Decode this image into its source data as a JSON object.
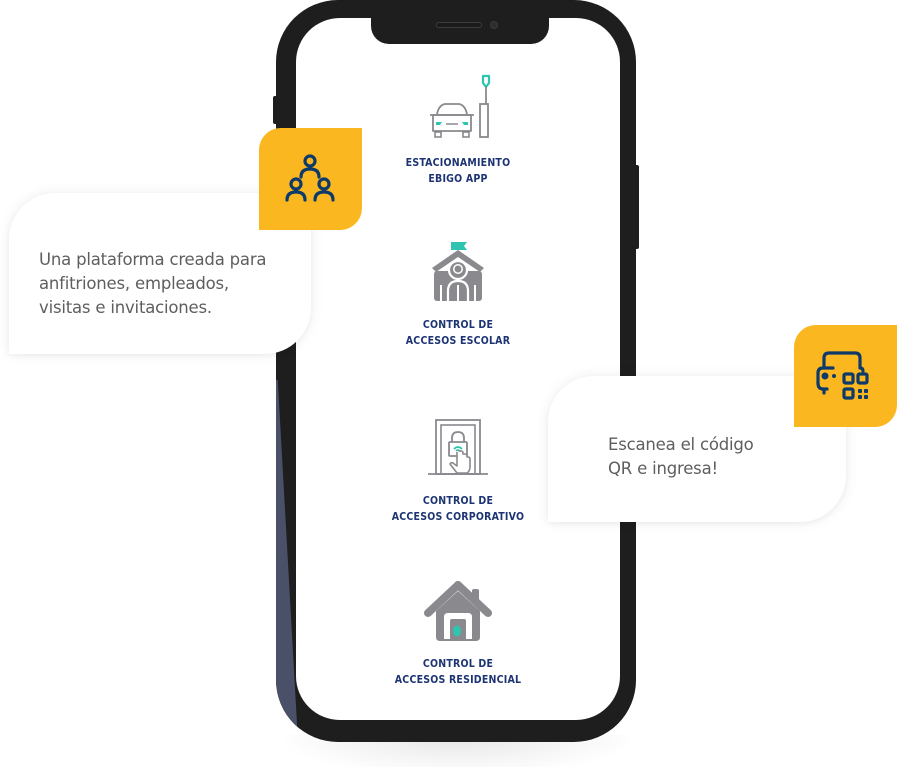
{
  "phone": {
    "menu_items": [
      {
        "icon": "parking-car-icon",
        "line1": "ESTACIONAMIENTO",
        "line2": "EBIGO APP"
      },
      {
        "icon": "school-access-icon",
        "line1": "CONTROL DE",
        "line2": "ACCESOS ESCOLAR"
      },
      {
        "icon": "corporate-access-icon",
        "line1": "CONTROL DE",
        "line2": "ACCESOS CORPORATIVO"
      },
      {
        "icon": "residential-house-icon",
        "line1": "CONTROL DE",
        "line2": "ACCESOS RESIDENCIAL"
      }
    ]
  },
  "cards": {
    "left": {
      "icon": "people-group-icon",
      "line1": "Una plataforma creada para",
      "line2": "anfitriones, empleados,",
      "line3": "visitas e invitaciones."
    },
    "right": {
      "icon": "car-qr-code-icon",
      "line1": "Escanea el código",
      "line2": "QR e ingresa!"
    }
  },
  "colors": {
    "accent_yellow": "#fbb71f",
    "label_navy": "#1d3474",
    "icon_navy": "#0e3a6a",
    "icon_grey": "#8a898d",
    "icon_teal": "#2ec4b0",
    "phone_frame": "#1e1e1e",
    "card_text": "#5e5e5e"
  }
}
